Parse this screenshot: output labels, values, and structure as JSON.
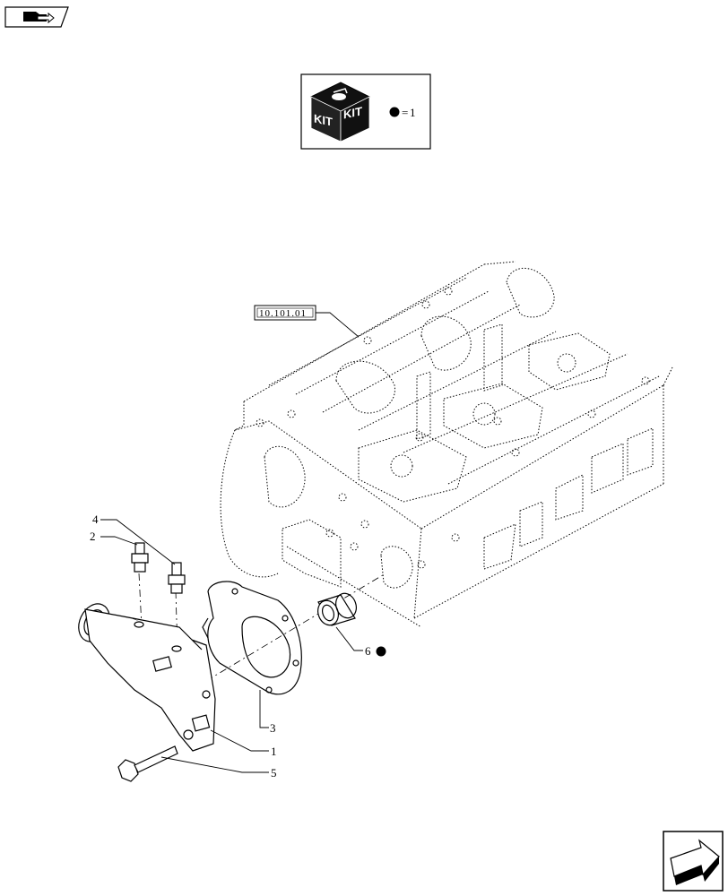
{
  "kit_legend": {
    "left_label": "KIT",
    "right_label": "KIT",
    "equals": "=",
    "quantity": "1"
  },
  "reference": {
    "label": "10.101.01"
  },
  "callouts": [
    {
      "id": "1",
      "label": "1"
    },
    {
      "id": "2",
      "label": "2"
    },
    {
      "id": "3",
      "label": "3"
    },
    {
      "id": "4",
      "label": "4"
    },
    {
      "id": "5",
      "label": "5"
    },
    {
      "id": "6",
      "label": "6"
    }
  ],
  "kit_marker_on": "6",
  "icons": {
    "top_left": "book-arrow-icon",
    "bottom_right": "next-page-arrow-icon"
  }
}
